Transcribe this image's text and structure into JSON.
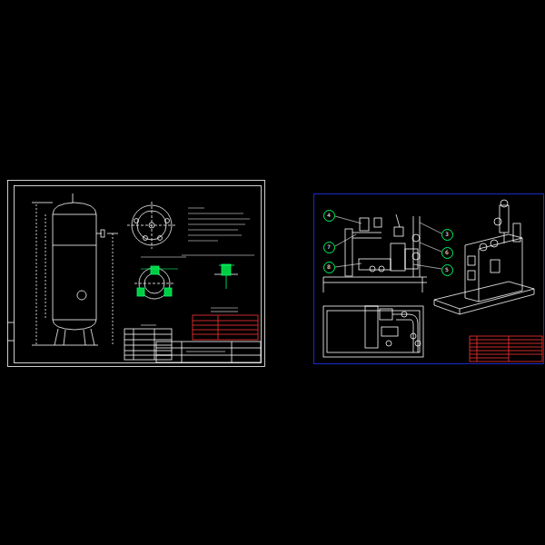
{
  "diagram": {
    "nodes": [
      {
        "text": [
          "4"
        ]
      },
      {
        "text": [
          "7"
        ]
      },
      {
        "text": [
          "8"
        ]
      },
      {
        "text": [
          "3"
        ]
      },
      {
        "text": [
          "6"
        ]
      },
      {
        "text": [
          "5"
        ]
      }
    ]
  }
}
